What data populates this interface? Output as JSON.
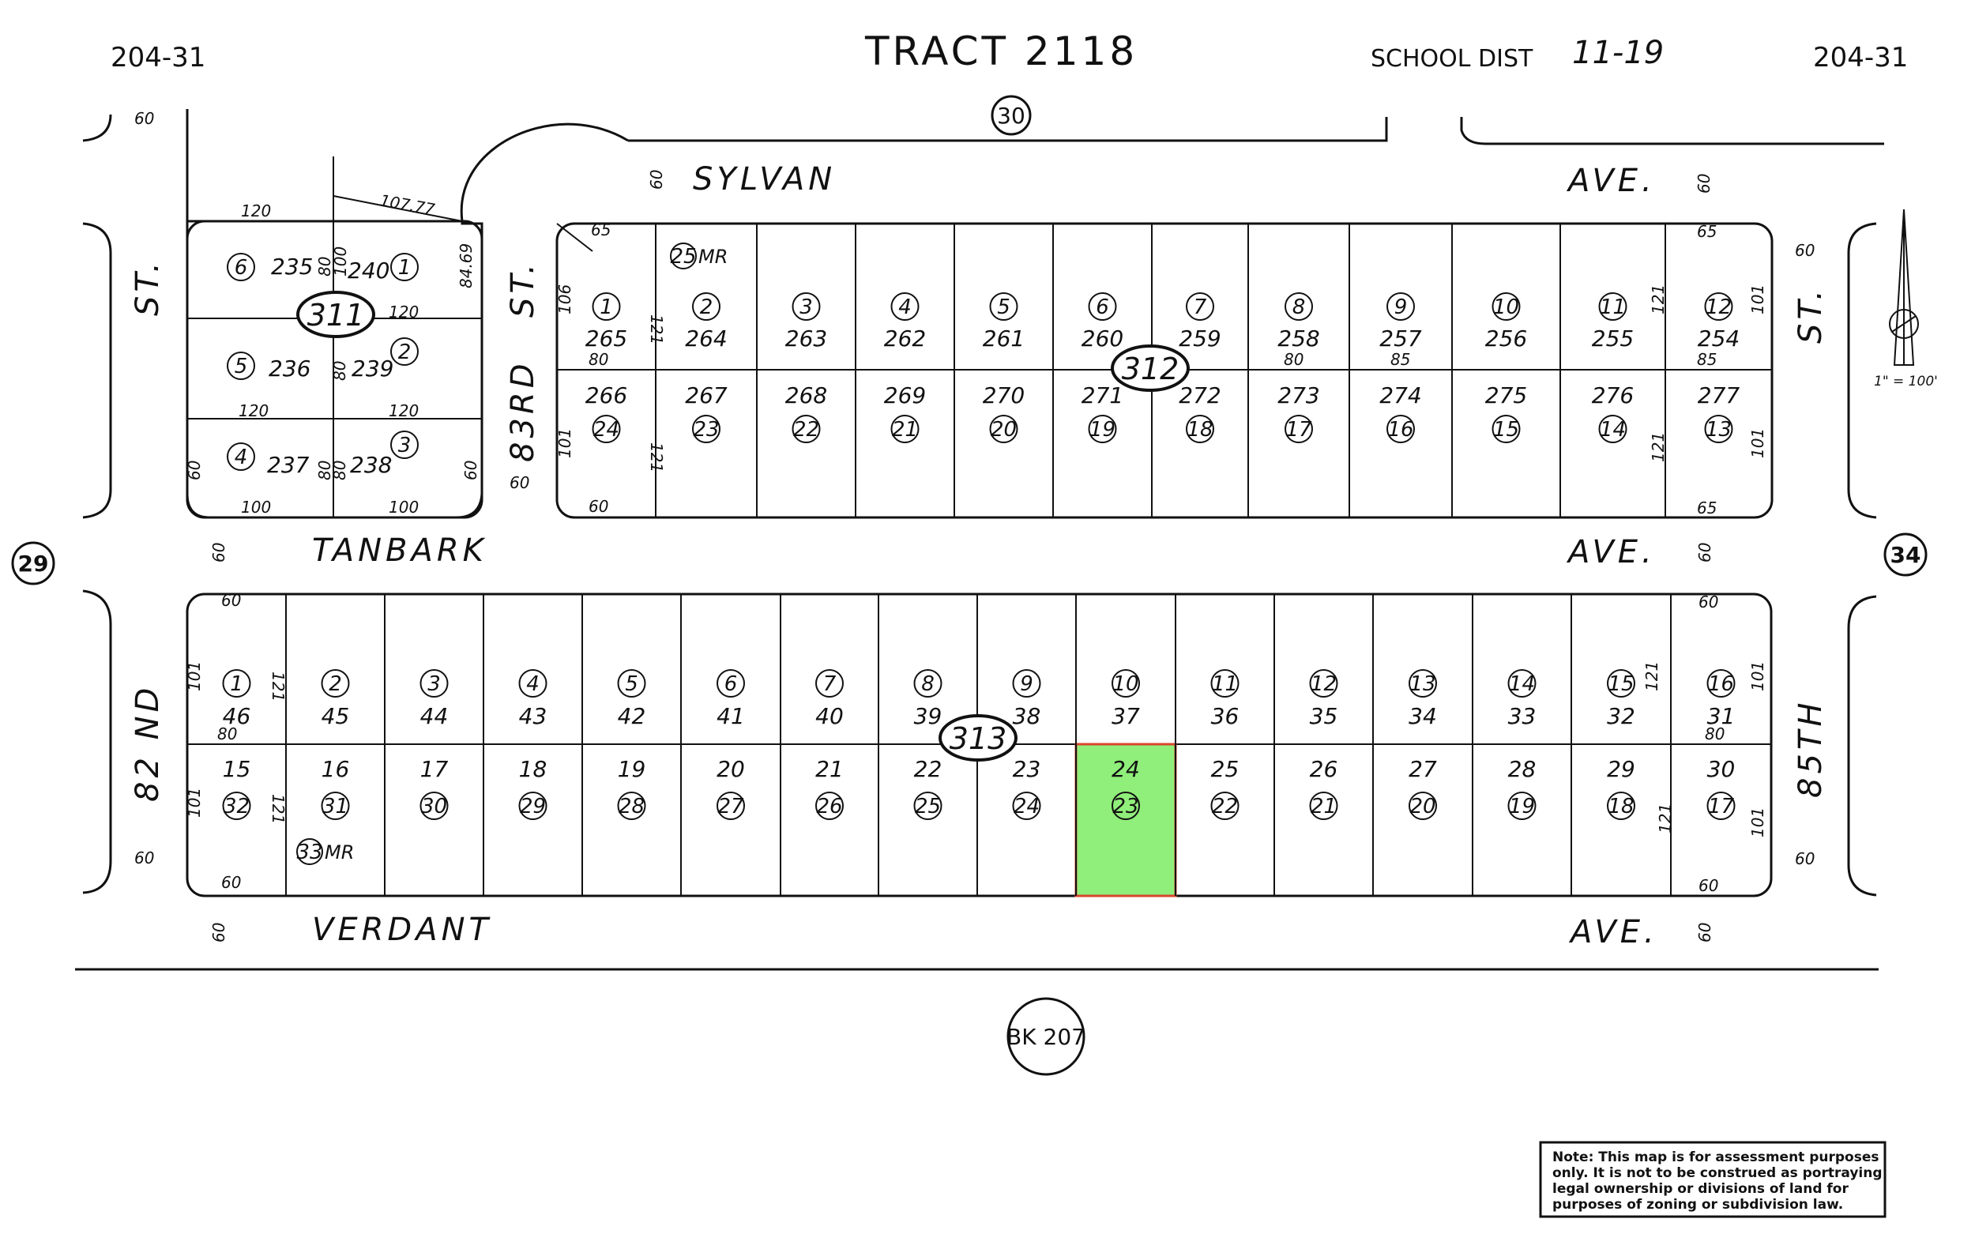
{
  "header": {
    "page_left": "204-31",
    "tract": "TRACT 2118",
    "school_dist": "SCHOOL DIST",
    "school_dist_no": "11-19",
    "page_right": "204-31"
  },
  "scale_label": "1\" = 100'",
  "book_label": "BK 207",
  "adjacent_pages": {
    "top": "30",
    "left": "29",
    "right": "34"
  },
  "streets": {
    "sylvan": "SYLVAN",
    "sylvan_ave": "AVE.",
    "tanbark": "TANBARK",
    "tanbark_ave": "AVE.",
    "verdant": "VERDANT",
    "verdant_ave": "AVE.",
    "st_left": "ST.",
    "rd83": "83RD",
    "st_83": "ST.",
    "nd82": "82 ND",
    "th85": "85TH",
    "st_right": "ST."
  },
  "blocks": {
    "b311": "311",
    "b312": "312",
    "b313": "313"
  },
  "block311": {
    "lots": [
      {
        "circle": "6",
        "lot": "235"
      },
      {
        "circle": "1",
        "lot": "240"
      },
      {
        "circle": "5",
        "lot": "236"
      },
      {
        "circle": "2",
        "lot": "239"
      },
      {
        "circle": "4",
        "lot": "237"
      },
      {
        "circle": "3",
        "lot": "238"
      }
    ],
    "dims": [
      "120",
      "107.77",
      "84.69",
      "80",
      "100",
      "120",
      "120",
      "120",
      "80",
      "80",
      "80",
      "100",
      "100",
      "60",
      "60"
    ]
  },
  "block312": {
    "top_lots": [
      {
        "circle": "1",
        "lot": "265"
      },
      {
        "circle": "2",
        "lot": "264"
      },
      {
        "circle": "3",
        "lot": "263"
      },
      {
        "circle": "4",
        "lot": "262"
      },
      {
        "circle": "5",
        "lot": "261"
      },
      {
        "circle": "6",
        "lot": "260"
      },
      {
        "circle": "7",
        "lot": "259"
      },
      {
        "circle": "8",
        "lot": "258"
      },
      {
        "circle": "9",
        "lot": "257"
      },
      {
        "circle": "10",
        "lot": "256"
      },
      {
        "circle": "11",
        "lot": "255"
      },
      {
        "circle": "12",
        "lot": "254"
      }
    ],
    "bottom_lots": [
      {
        "circle": "24",
        "lot": "266"
      },
      {
        "circle": "23",
        "lot": "267"
      },
      {
        "circle": "22",
        "lot": "268"
      },
      {
        "circle": "21",
        "lot": "269"
      },
      {
        "circle": "20",
        "lot": "270"
      },
      {
        "circle": "19",
        "lot": "271"
      },
      {
        "circle": "18",
        "lot": "272"
      },
      {
        "circle": "17",
        "lot": "273"
      },
      {
        "circle": "16",
        "lot": "274"
      },
      {
        "circle": "15",
        "lot": "275"
      },
      {
        "circle": "14",
        "lot": "276"
      },
      {
        "circle": "13",
        "lot": "277"
      }
    ],
    "mr": "25",
    "mr_suffix": "MR",
    "dims": [
      "65",
      "65",
      "106",
      "121",
      "80",
      "80",
      "85",
      "85",
      "121",
      "101",
      "101",
      "121",
      "121",
      "101",
      "60",
      "65"
    ]
  },
  "block313": {
    "top_lots": [
      {
        "circle": "1",
        "lot": "46"
      },
      {
        "circle": "2",
        "lot": "45"
      },
      {
        "circle": "3",
        "lot": "44"
      },
      {
        "circle": "4",
        "lot": "43"
      },
      {
        "circle": "5",
        "lot": "42"
      },
      {
        "circle": "6",
        "lot": "41"
      },
      {
        "circle": "7",
        "lot": "40"
      },
      {
        "circle": "8",
        "lot": "39"
      },
      {
        "circle": "9",
        "lot": "38"
      },
      {
        "circle": "10",
        "lot": "37"
      },
      {
        "circle": "11",
        "lot": "36"
      },
      {
        "circle": "12",
        "lot": "35"
      },
      {
        "circle": "13",
        "lot": "34"
      },
      {
        "circle": "14",
        "lot": "33"
      },
      {
        "circle": "15",
        "lot": "32"
      },
      {
        "circle": "16",
        "lot": "31"
      }
    ],
    "bottom_lots": [
      {
        "circle": "32",
        "lot": "15"
      },
      {
        "circle": "31",
        "lot": "16"
      },
      {
        "circle": "30",
        "lot": "17"
      },
      {
        "circle": "29",
        "lot": "18"
      },
      {
        "circle": "28",
        "lot": "19"
      },
      {
        "circle": "27",
        "lot": "20"
      },
      {
        "circle": "26",
        "lot": "21"
      },
      {
        "circle": "25",
        "lot": "22"
      },
      {
        "circle": "24",
        "lot": "23"
      },
      {
        "circle": "23",
        "lot": "24"
      },
      {
        "circle": "22",
        "lot": "25"
      },
      {
        "circle": "21",
        "lot": "26"
      },
      {
        "circle": "20",
        "lot": "27"
      },
      {
        "circle": "19",
        "lot": "28"
      },
      {
        "circle": "18",
        "lot": "29"
      },
      {
        "circle": "17",
        "lot": "30"
      }
    ],
    "mr": "33",
    "mr_suffix": "MR",
    "dims": [
      "60",
      "60",
      "101",
      "121",
      "80",
      "80",
      "121",
      "101",
      "101",
      "121",
      "121",
      "101",
      "60",
      "60"
    ]
  },
  "street_widths": [
    "60",
    "60",
    "60",
    "60",
    "60",
    "60",
    "60",
    "60",
    "60",
    "60",
    "60",
    "60",
    "60",
    "60",
    "60",
    "60",
    "60",
    "60"
  ],
  "highlighted_parcel": {
    "block": "313",
    "lot": "24",
    "color": "#90EE7A",
    "border": "#d9462e"
  },
  "note": [
    "Note: This map is for assessment purposes",
    "only. It is not to be construed as portraying",
    "legal ownership or divisions of land for",
    "purposes of zoning or subdivision law."
  ]
}
